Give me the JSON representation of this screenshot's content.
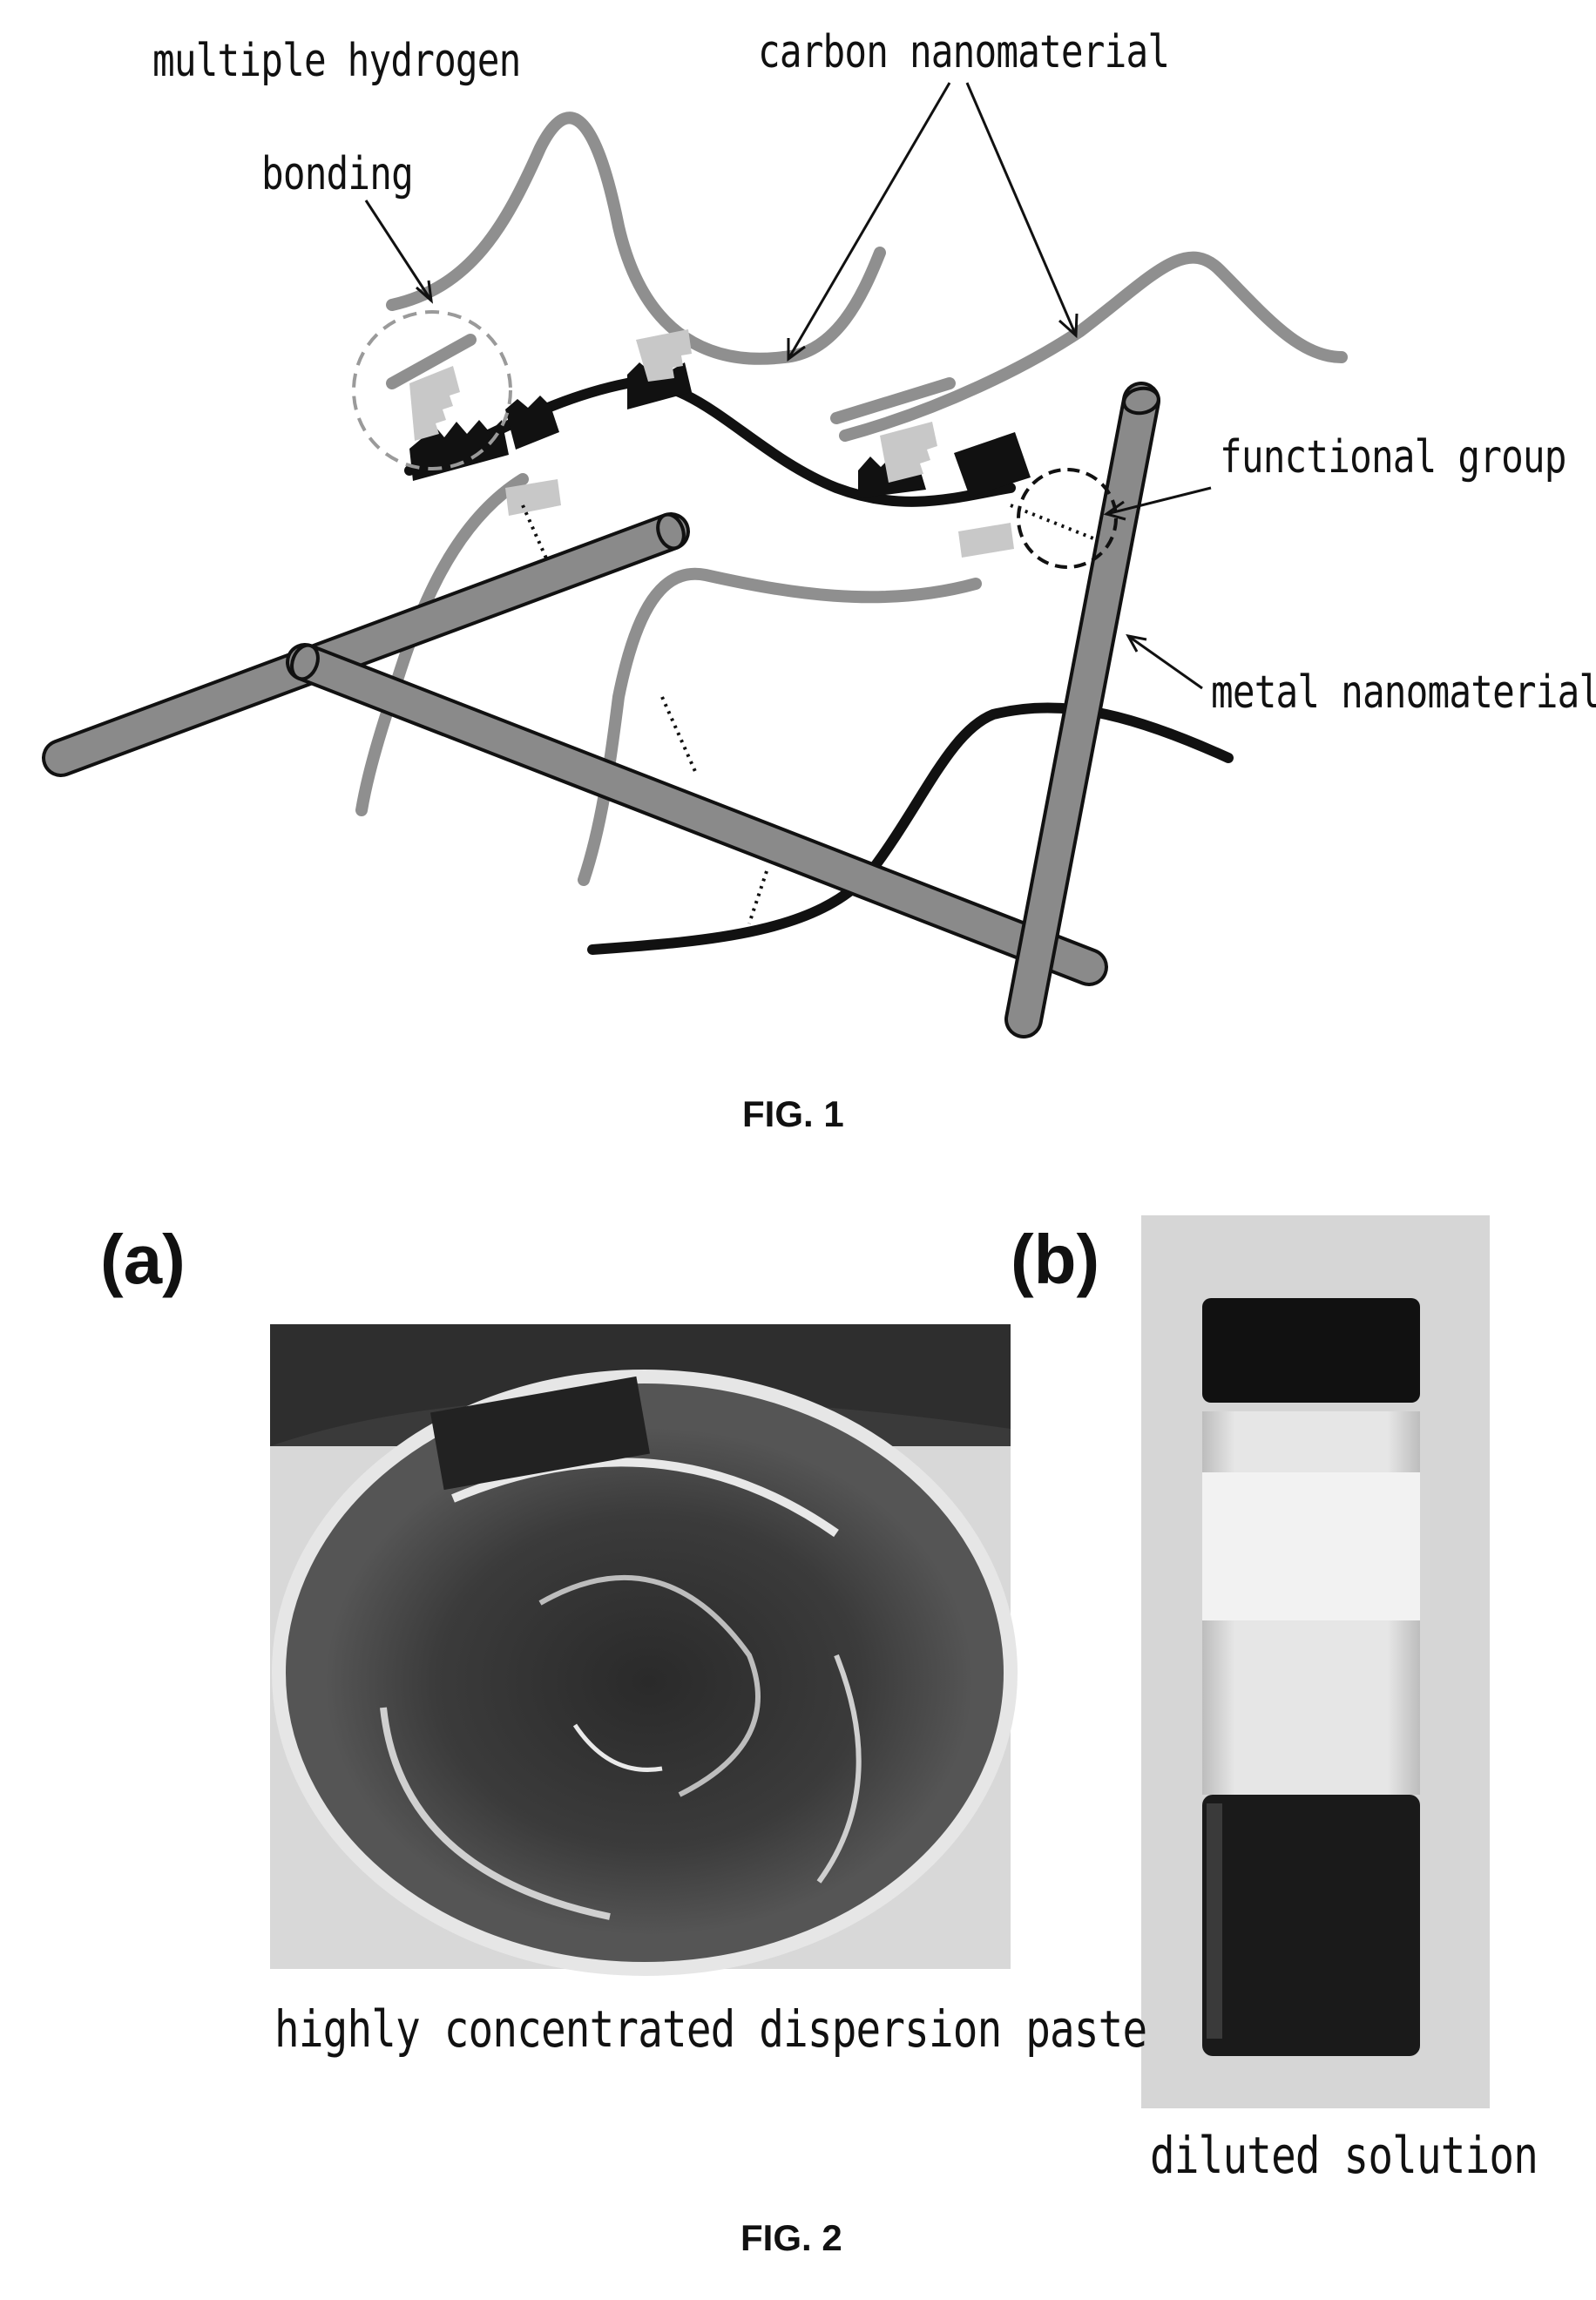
{
  "fig1": {
    "caption": "FIG. 1",
    "labels": {
      "hydrogen_1": "multiple hydrogen",
      "hydrogen_2": "bonding",
      "carbon": "carbon nanomaterial",
      "functional": "functional group",
      "metal": "metal nanomaterial"
    }
  },
  "fig2": {
    "caption": "FIG. 2",
    "panel_a": "(a)",
    "panel_b": "(b)",
    "caption_a": "highly concentrated dispersion paste",
    "caption_b": "diluted solution"
  },
  "colors": {
    "gray": "#8f8f8f",
    "black": "#111111",
    "light": "#c8c8c8"
  }
}
